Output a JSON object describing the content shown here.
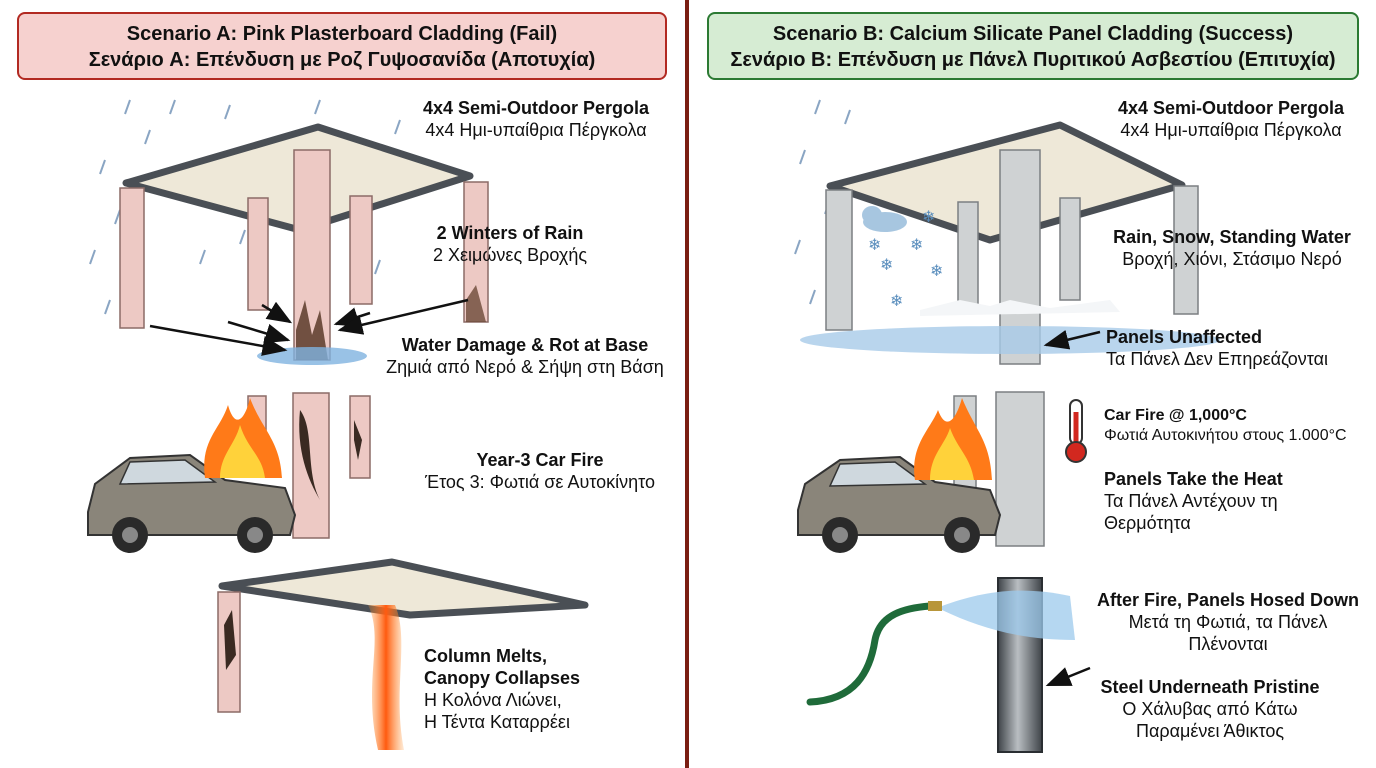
{
  "scenario_a": {
    "title_en": "Scenario A: Pink Plasterboard Cladding (Fail)",
    "title_gr": "Σενάριο A: Επένδυση με Ροζ Γυψοσανίδα (Αποτυχία)",
    "pergola": {
      "en": "4x4 Semi-Outdoor Pergola",
      "gr": "4x4 Ημι-υπαίθρια Πέργκολα"
    },
    "rain": {
      "en": "2 Winters of Rain",
      "gr": "2 Χειμώνες Βροχής"
    },
    "damage": {
      "en": "Water Damage & Rot at Base",
      "gr": "Ζημιά από Νερό & Σήψη στη Βάση"
    },
    "fire": {
      "en": "Year-3 Car Fire",
      "gr": "Έτος 3: Φωτιά σε Αυτοκίνητο"
    },
    "collapse": {
      "en_1": "Column Melts,",
      "en_2": "Canopy Collapses",
      "gr_1": "Η Κολόνα Λιώνει,",
      "gr_2": "Η Τέντα Καταρρέει"
    }
  },
  "scenario_b": {
    "title_en": "Scenario B: Calcium Silicate Panel Cladding (Success)",
    "title_gr": "Σενάριο B: Επένδυση με Πάνελ Πυριτικού Ασβεστίου (Επιτυχία)",
    "pergola": {
      "en": "4x4 Semi-Outdoor Pergola",
      "gr": "4x4 Ημι-υπαίθρια Πέργκολα"
    },
    "weather": {
      "en": "Rain, Snow, Standing Water",
      "gr": "Βροχή, Χιόνι, Στάσιμο Νερό"
    },
    "unaffected": {
      "en": "Panels Unaffected",
      "gr": "Τα Πάνελ Δεν Επηρεάζονται"
    },
    "car_fire": {
      "en": "Car Fire @ 1,000°C",
      "gr": "Φωτιά Αυτοκινήτου στους 1.000°C"
    },
    "heat": {
      "en": "Panels Take the Heat",
      "gr_1": "Τα Πάνελ Αντέχουν τη",
      "gr_2": "Θερμότητα"
    },
    "hosed": {
      "en": "After Fire, Panels Hosed Down",
      "gr_1": "Μετά τη Φωτιά, τα Πάνελ",
      "gr_2": "Πλένονται"
    },
    "steel": {
      "en": "Steel Underneath Pristine",
      "gr_1": "Ο Χάλυβας από Κάτω",
      "gr_2": "Παραμένει Άθικτος"
    }
  },
  "colors": {
    "fail_border": "#b22a22",
    "fail_bg": "#f6d1cf",
    "success_border": "#2c7a33",
    "success_bg": "#d6ecd3",
    "divider": "#7a1e12",
    "pink_column": "#edc9c4",
    "grey_panel": "#cfd2d3",
    "steel_frame": "#4a4f55",
    "canopy": "#eee8d8",
    "water": "#7fb3e0",
    "fire": "#ff7a18"
  },
  "icons": [
    "rain-icon",
    "car-icon",
    "fire-icon",
    "snowflake-icon",
    "cloud-icon",
    "thermometer-icon",
    "hose-icon",
    "arrow-icon"
  ]
}
